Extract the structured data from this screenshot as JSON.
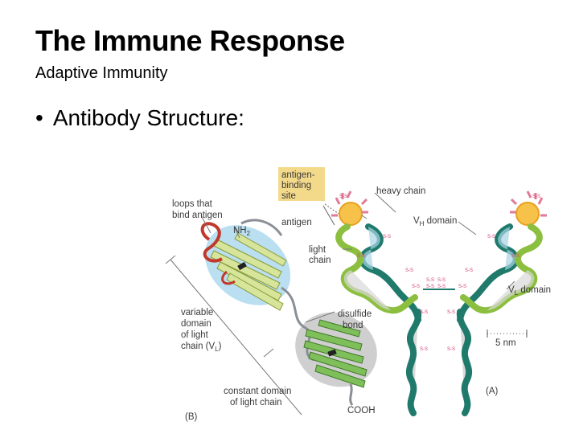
{
  "slide": {
    "title": "The Immune Response",
    "subtitle": "Adaptive Immunity",
    "bullet_marker": "•",
    "bullet_text": "Antibody Structure:"
  },
  "figure": {
    "labels": {
      "antigen_binding_site_1": "antigen-",
      "antigen_binding_site_2": "binding",
      "antigen_binding_site_3": "site",
      "heavy_chain": "heavy chain",
      "antigen": "antigen",
      "vh_domain": "V",
      "vh_sub": "H",
      "vh_rest": " domain",
      "light_chain_1": "light",
      "light_chain_2": "chain",
      "vl_domain": "V",
      "vl_sub": "L",
      "vl_rest": " domain",
      "disulfide_bond_1": "disulfide",
      "disulfide_bond_2": "bond",
      "scale": "5 nm",
      "panel_a": "(A)",
      "loops_1": "loops that",
      "loops_2": "bind antigen",
      "nh2": "NH",
      "nh2_sub": "2",
      "variable_1": "variable",
      "variable_2": "domain",
      "variable_3": "of light",
      "variable_4": "chain (V",
      "variable_4_sub": "L",
      "variable_4_end": ")",
      "constant_1": "constant domain",
      "constant_2": "of light chain",
      "cooh": "COOH",
      "panel_b": "(B)",
      "ss": "S-S"
    },
    "colors": {
      "heavy_chain": "#1f7a6c",
      "light_chain": "#8cbf3f",
      "heavy_fill": "#aad4e6",
      "light_fill": "#d9d9d9",
      "antigen": "#f6c24a",
      "loops": "#e07a96",
      "antigen_binding_label_bg": "#f3d98a",
      "variable_domain_bg": "#b9dff0",
      "constant_domain_bg": "#cfcfcf",
      "beta_strand_v": "#d6e59a",
      "beta_strand_c": "#7fbf5a",
      "loop_red": "#c0392b"
    }
  }
}
